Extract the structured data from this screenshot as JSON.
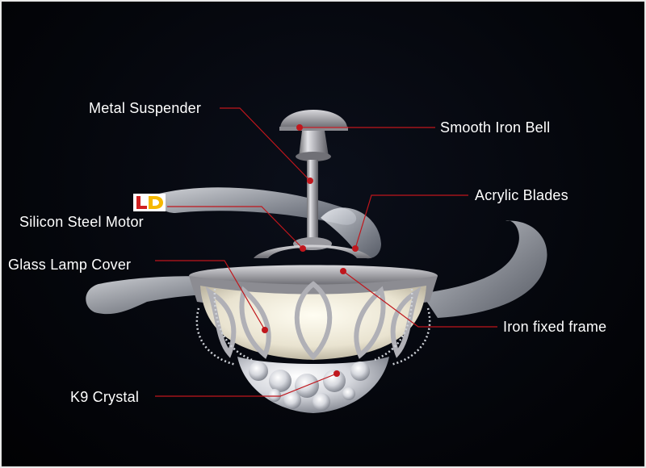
{
  "colors": {
    "background": "#05070d",
    "leader_line": "#c0161c",
    "label_text": "#ffffff",
    "metal": "#b8b8bc",
    "logo_primary": "#d02020",
    "logo_accent": "#f5b800"
  },
  "labels": {
    "metal_suspender": "Metal Suspender",
    "smooth_iron_bell": "Smooth Iron Bell",
    "acrylic_blades": "Acrylic Blades",
    "silicon_steel_motor": "Silicon Steel Motor",
    "glass_lamp_cover": "Glass Lamp Cover",
    "iron_fixed_frame": "Iron fixed frame",
    "k9_crystal": "K9 Crystal"
  },
  "logo": {
    "name": "brand-logo",
    "text": "LD"
  }
}
